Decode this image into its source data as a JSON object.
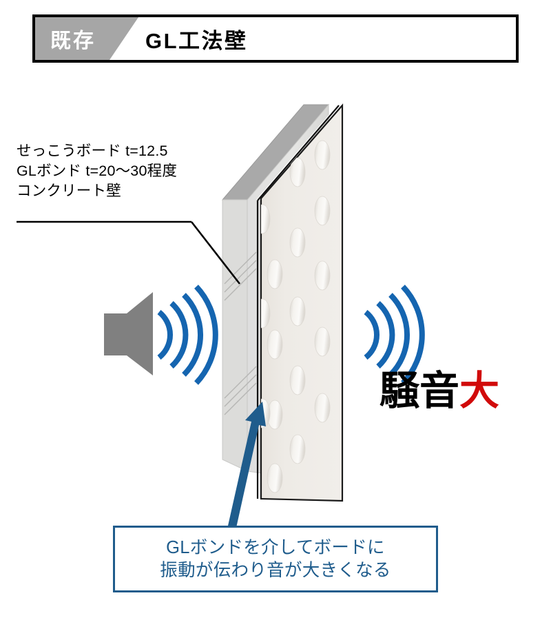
{
  "header": {
    "badge_label": "既存",
    "title": "GL工法壁",
    "badge_color": "#a6a6a6",
    "border_color": "#000000"
  },
  "spec_note": {
    "lines": [
      "せっこうボード t=12.5",
      "GLボンド t=20〜30程度",
      "コンクリート壁"
    ],
    "leader_color": "#000000"
  },
  "diagram": {
    "speaker": {
      "name": "speaker-icon",
      "color": "#808080"
    },
    "sound_waves_left": {
      "count": 4,
      "color": "#1565b0"
    },
    "sound_waves_right": {
      "count": 4,
      "color": "#1565b0"
    },
    "concrete_slab": {
      "label": "コンクリート壁",
      "face_color": "#e2e2e0",
      "top_color": "#a8a8a8"
    },
    "gypsum_board": {
      "label": "せっこうボード",
      "face_color": "#ece9e4",
      "edge_color": "#000000"
    },
    "gl_bond_blobs": {
      "label": "GLボンド",
      "count": 17,
      "color": "#eeebe6"
    }
  },
  "noise_label": {
    "word": "騒音",
    "emphasis": "大",
    "word_color": "#000000",
    "emphasis_color": "#d10a0a"
  },
  "callout": {
    "lines": [
      "GLボンドを介してボードに",
      "振動が伝わり音が大きくなる"
    ],
    "color": "#1f5c8c",
    "arrow_color": "#1f5c8c"
  }
}
